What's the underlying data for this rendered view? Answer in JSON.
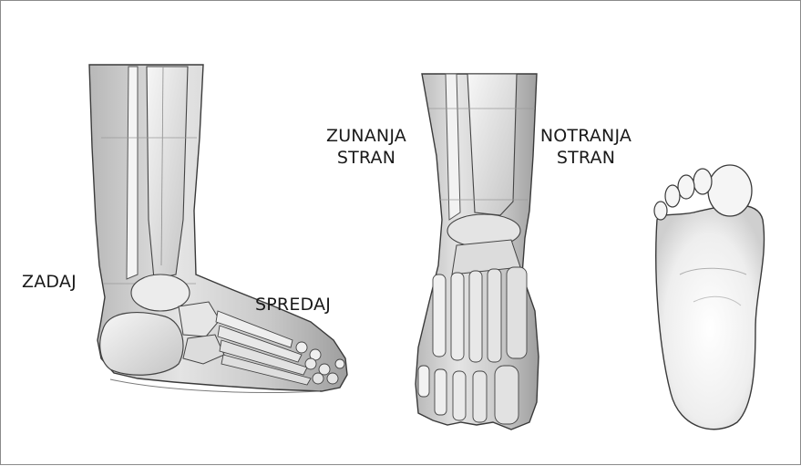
{
  "labels": {
    "back": "ZADAJ",
    "front": "SPREDAJ",
    "outer_side_line1": "ZUNANJA",
    "outer_side_line2": "STRAN",
    "inner_side_line1": "NOTRANJA",
    "inner_side_line2": "STRAN"
  },
  "colors": {
    "bone_light": "#f2f2f2",
    "bone_mid": "#cfcfcf",
    "bone_dark": "#9a9a9a",
    "outline": "#3a3a3a",
    "skin": "#e9e9e9",
    "frame": "#8a8a8a"
  }
}
